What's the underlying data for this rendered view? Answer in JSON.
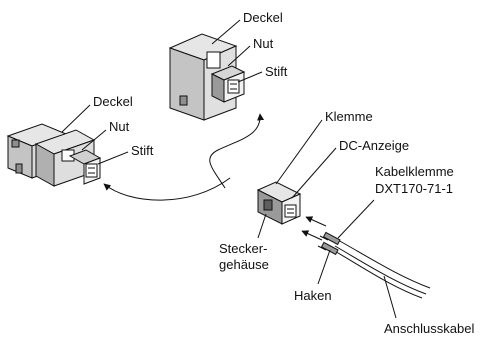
{
  "labels": {
    "top_deckel": "Deckel",
    "top_nut": "Nut",
    "top_stift": "Stift",
    "left_deckel": "Deckel",
    "left_nut": "Nut",
    "left_stift": "Stift",
    "klemme": "Klemme",
    "dc_anzeige": "DC-Anzeige",
    "kabelklemme_line1": "Kabelklemme",
    "kabelklemme_line2": "DXT170-71-1",
    "stecker_line1": "Stecker-",
    "stecker_line2": "gehäuse",
    "haken": "Haken",
    "anschlusskabel": "Anschlusskabel"
  },
  "colors": {
    "line": "#111111",
    "body_light": "#e6e6e6",
    "body_mid": "#c4c4c4",
    "body_dark": "#8e8e8e",
    "background": "#ffffff"
  }
}
